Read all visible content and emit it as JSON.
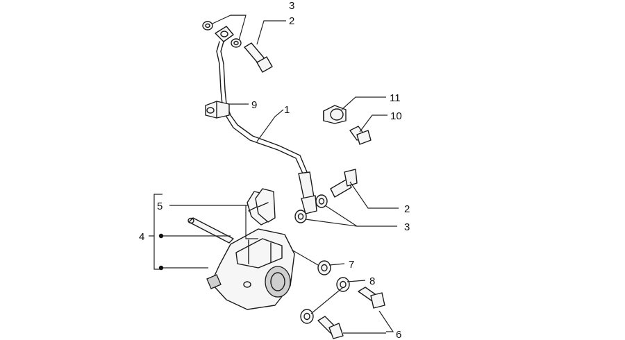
{
  "callouts": {
    "hose": "1",
    "banjo_bolt_top": "2",
    "washers_top": "3",
    "clip_label": "9",
    "clamp": "11",
    "clamp_screw": "10",
    "banjo_bolt_bottom": "2",
    "washers_bottom": "3",
    "caliper_assembly": "4",
    "pads": "5",
    "washer_7": "7",
    "washer_8": "8",
    "screws_6": "6"
  }
}
